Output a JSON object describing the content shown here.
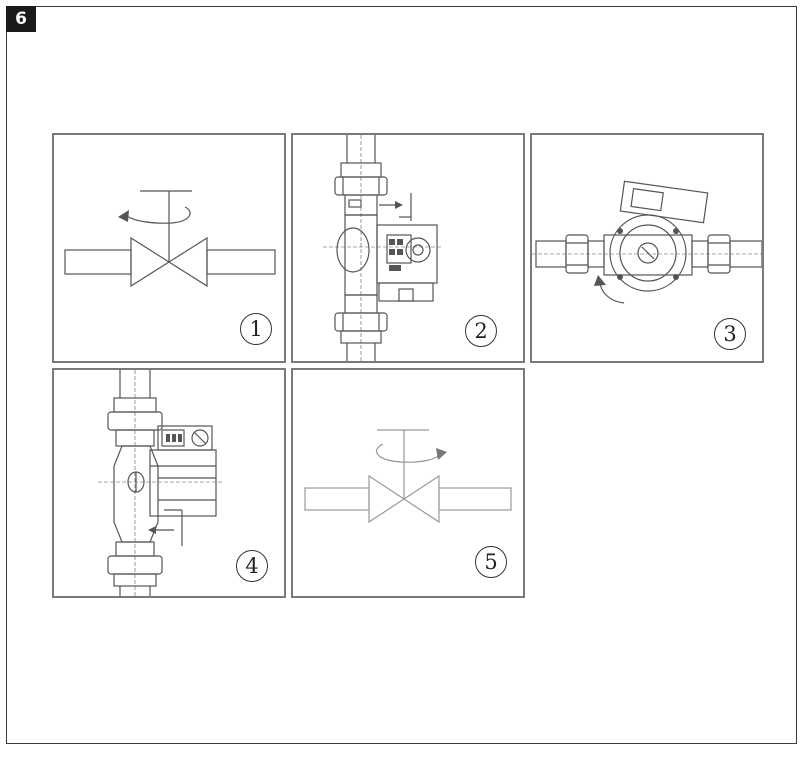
{
  "figure": {
    "number": "6"
  },
  "steps": [
    {
      "id": 1,
      "label": "1",
      "illustration": "valve-close-icon"
    },
    {
      "id": 2,
      "label": "2",
      "illustration": "pump-vertical-front-icon"
    },
    {
      "id": 3,
      "label": "3",
      "illustration": "pump-rotate-head-icon"
    },
    {
      "id": 4,
      "label": "4",
      "illustration": "pump-vertical-side-icon"
    },
    {
      "id": 5,
      "label": "5",
      "illustration": "valve-open-icon"
    }
  ],
  "colors": {
    "line": "#555555",
    "frame": "#3a3a3a",
    "panel_border": "#7a7a7a",
    "light_line": "#999999",
    "badge": "#1a1a1a"
  }
}
